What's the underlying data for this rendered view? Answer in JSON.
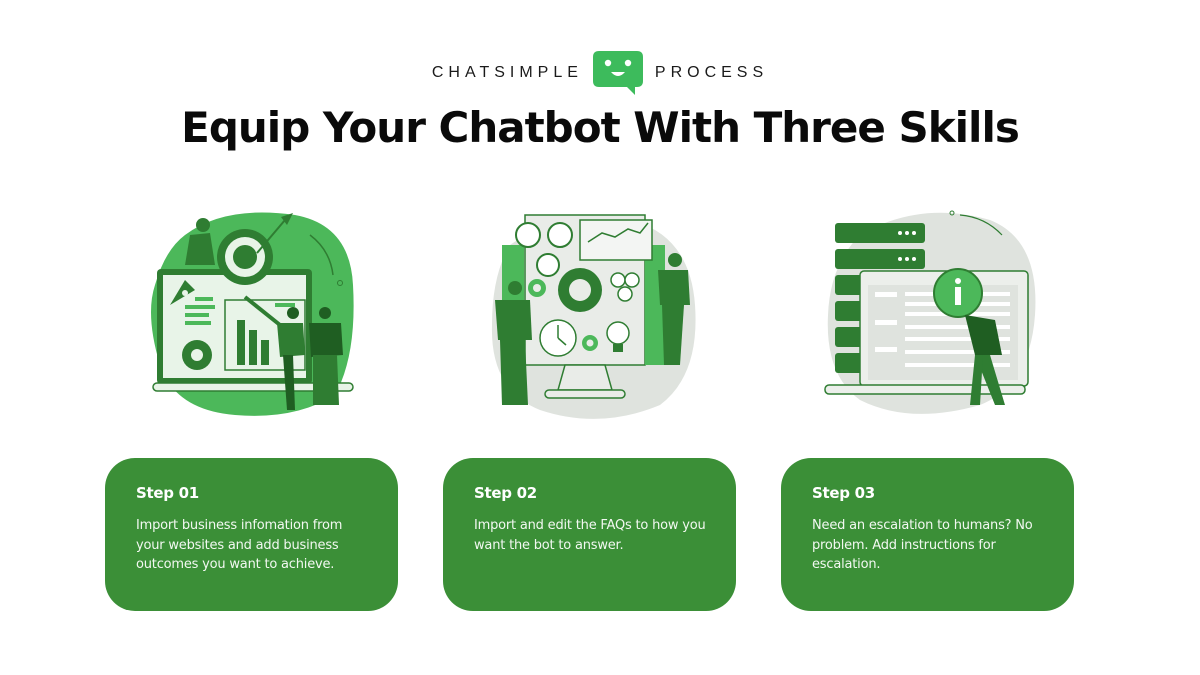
{
  "header": {
    "brand_left": "CHATSIMPLE",
    "brand_right": "PROCESS",
    "logo_icon": "chat-bubble-smiley-icon",
    "title": "Equip Your Chatbot With Three Skills"
  },
  "colors": {
    "accent_green": "#3b8f37",
    "logo_green": "#3dbb5c",
    "illustration_dark_green": "#2f7d32",
    "illustration_light_green": "#4cb85a",
    "illustration_gray": "#dfe3de",
    "text": "#0a0a0a"
  },
  "illustrations": [
    {
      "icon": "business-goals-dashboard-illustration"
    },
    {
      "icon": "faq-gears-team-illustration"
    },
    {
      "icon": "server-info-escalation-illustration"
    }
  ],
  "steps": [
    {
      "label": "Step 01",
      "body": "Import business infomation from your websites and add business outcomes you want to achieve."
    },
    {
      "label": "Step 02",
      "body": "Import and edit the FAQs to how you want the bot to answer."
    },
    {
      "label": "Step 03",
      "body": "Need an escalation to humans? No problem. Add instructions for escalation."
    }
  ]
}
